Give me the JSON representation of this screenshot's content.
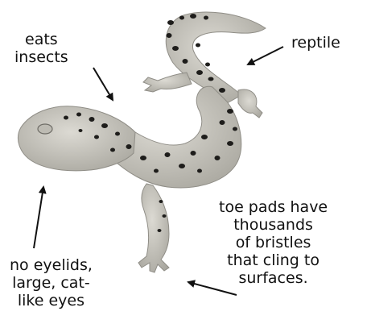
{
  "labels": {
    "eats_insects": "eats\ninsects",
    "reptile": "reptile",
    "eyes": "no eyelids,\nlarge, cat-\nlike eyes",
    "toe_pads": "toe pads have\nthousands\nof bristles\nthat cling to\nsurfaces."
  },
  "colors": {
    "background": "#ffffff",
    "skin": "#d2d0c8",
    "skin_shadow": "#a9a79f",
    "spots": "#1e1d1b",
    "text": "#111111",
    "arrow": "#111111"
  }
}
